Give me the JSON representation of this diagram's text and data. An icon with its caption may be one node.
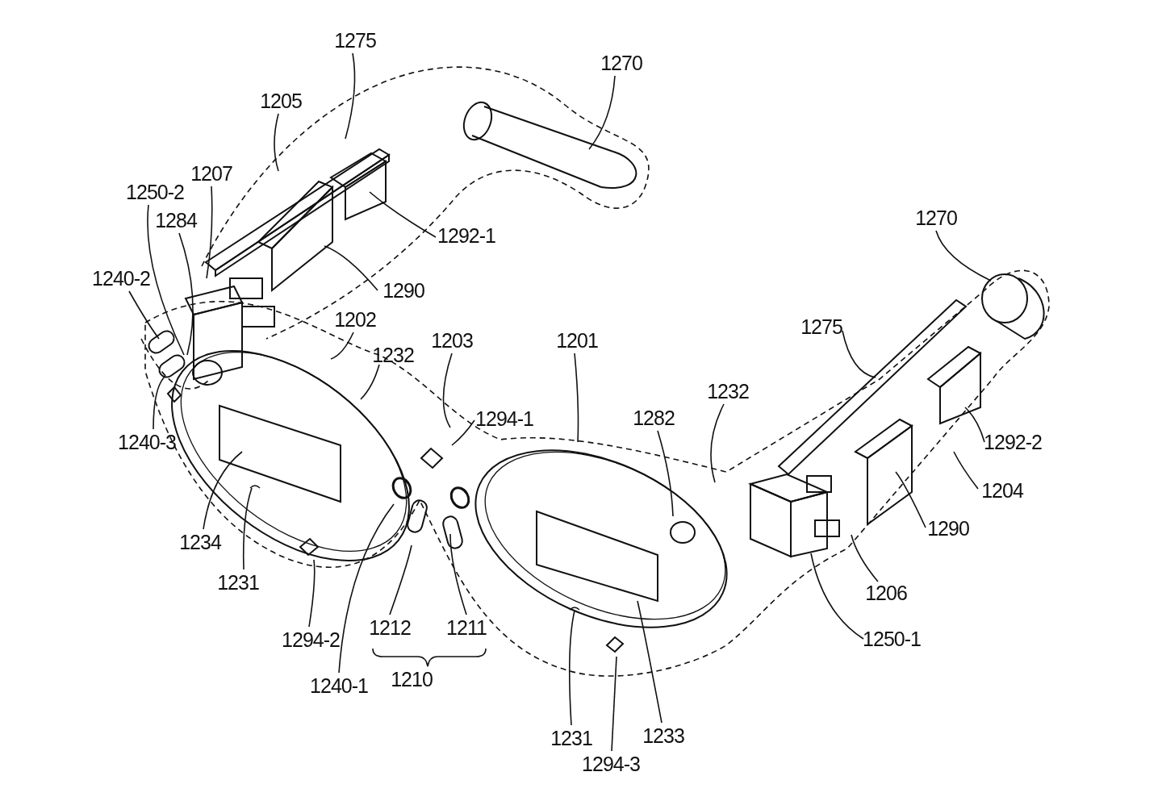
{
  "diagram": {
    "nodes": [
      {
        "text": [
          "1275"
        ]
      },
      {
        "text": [
          "1270"
        ]
      },
      {
        "text": [
          "1205"
        ]
      },
      {
        "text": [
          "1207"
        ]
      },
      {
        "text": [
          "1250-2"
        ]
      },
      {
        "text": [
          "1284"
        ]
      },
      {
        "text": [
          "1240-2"
        ]
      },
      {
        "text": [
          "1292-1"
        ]
      },
      {
        "text": [
          "1290"
        ]
      },
      {
        "text": [
          "1270"
        ]
      },
      {
        "text": [
          "1202"
        ]
      },
      {
        "text": [
          "1232"
        ]
      },
      {
        "text": [
          "1203"
        ]
      },
      {
        "text": [
          "1201"
        ]
      },
      {
        "text": [
          "1275"
        ]
      },
      {
        "text": [
          "1232"
        ]
      },
      {
        "text": [
          "1282"
        ]
      },
      {
        "text": [
          "1294-1"
        ]
      },
      {
        "text": [
          "1240-3"
        ]
      },
      {
        "text": [
          "1292-2"
        ]
      },
      {
        "text": [
          "1204"
        ]
      },
      {
        "text": [
          "1290"
        ]
      },
      {
        "text": [
          "1234"
        ]
      },
      {
        "text": [
          "1231"
        ]
      },
      {
        "text": [
          "1206"
        ]
      },
      {
        "text": [
          "1294-2"
        ]
      },
      {
        "text": [
          "1212"
        ]
      },
      {
        "text": [
          "1211"
        ]
      },
      {
        "text": [
          "1250-1"
        ]
      },
      {
        "text": [
          "1240-1"
        ]
      },
      {
        "text": [
          "1231"
        ]
      },
      {
        "text": [
          "1233"
        ]
      },
      {
        "text": [
          "1294-3"
        ]
      }
    ],
    "edges": [
      {
        "from": 0,
        "to": null,
        "arrow": "none"
      },
      {
        "from": 1,
        "to": null,
        "arrow": "none"
      },
      {
        "from": 2,
        "to": null,
        "arrow": "none"
      },
      {
        "from": 3,
        "to": null,
        "arrow": "none"
      },
      {
        "from": 4,
        "to": null,
        "arrow": "none"
      },
      {
        "from": 5,
        "to": null,
        "arrow": "none"
      },
      {
        "from": 6,
        "to": null,
        "arrow": "none"
      },
      {
        "from": 7,
        "to": null,
        "arrow": "none"
      },
      {
        "from": 8,
        "to": null,
        "arrow": "none"
      },
      {
        "from": 9,
        "to": null,
        "arrow": "none"
      },
      {
        "from": 10,
        "to": null,
        "arrow": "none"
      },
      {
        "from": 11,
        "to": null,
        "arrow": "none"
      },
      {
        "from": 12,
        "to": null,
        "arrow": "none"
      },
      {
        "from": 13,
        "to": null,
        "arrow": "none"
      },
      {
        "from": 14,
        "to": null,
        "arrow": "none"
      },
      {
        "from": 15,
        "to": null,
        "arrow": "none"
      },
      {
        "from": 16,
        "to": null,
        "arrow": "none"
      },
      {
        "from": 17,
        "to": null,
        "arrow": "none"
      },
      {
        "from": 18,
        "to": null,
        "arrow": "none"
      },
      {
        "from": 19,
        "to": null,
        "arrow": "none"
      },
      {
        "from": 20,
        "to": null,
        "arrow": "none"
      },
      {
        "from": 21,
        "to": null,
        "arrow": "none"
      },
      {
        "from": 22,
        "to": null,
        "arrow": "none"
      },
      {
        "from": 23,
        "to": null,
        "arrow": "none"
      },
      {
        "from": 24,
        "to": null,
        "arrow": "none"
      },
      {
        "from": 25,
        "to": null,
        "arrow": "none"
      },
      {
        "from": 26,
        "to": null,
        "arrow": "none"
      },
      {
        "from": 27,
        "to": null,
        "arrow": "none"
      },
      {
        "from": 28,
        "to": null,
        "arrow": "none"
      },
      {
        "from": 29,
        "to": null,
        "arrow": "none"
      },
      {
        "from": 30,
        "to": null,
        "arrow": "none"
      },
      {
        "from": 31,
        "to": null,
        "arrow": "none"
      },
      {
        "from": 32,
        "to": null,
        "arrow": "none"
      }
    ],
    "labels": [
      "1210"
    ]
  }
}
